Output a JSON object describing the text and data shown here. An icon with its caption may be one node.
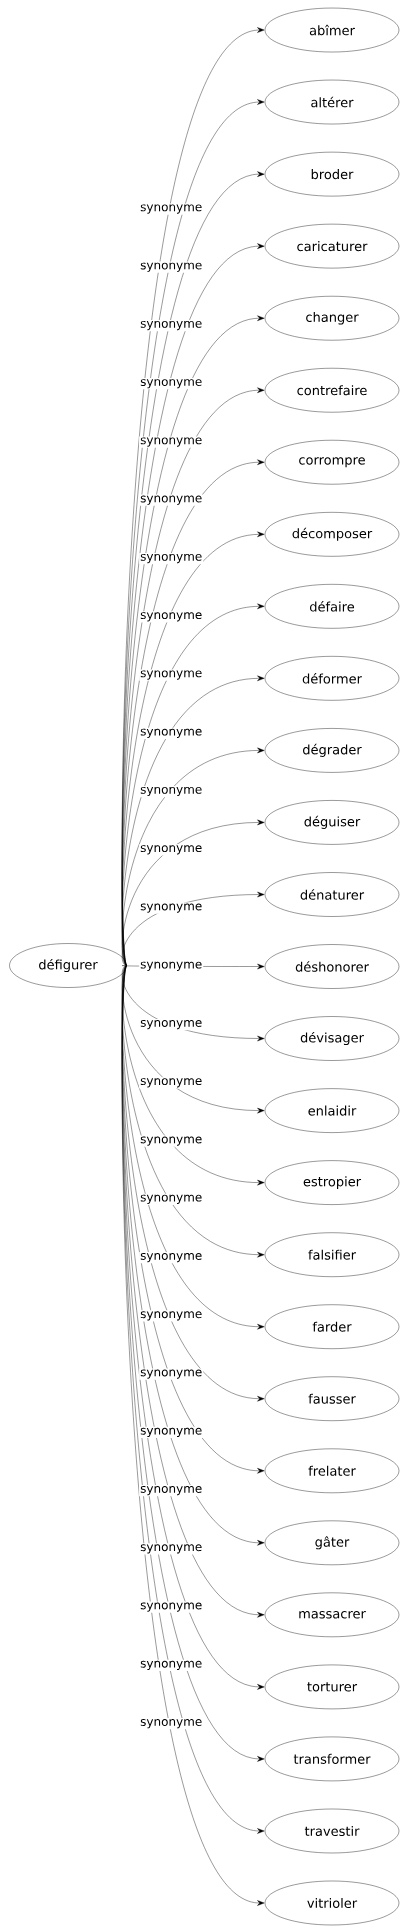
{
  "diagram": {
    "nodes": [
      {
        "text": [
          "défigurer"
        ]
      },
      {
        "text": [
          "abîmer"
        ]
      },
      {
        "text": [
          "altérer"
        ]
      },
      {
        "text": [
          "broder"
        ]
      },
      {
        "text": [
          "caricaturer"
        ]
      },
      {
        "text": [
          "changer"
        ]
      },
      {
        "text": [
          "contrefaire"
        ]
      },
      {
        "text": [
          "corrompre"
        ]
      },
      {
        "text": [
          "décomposer"
        ]
      },
      {
        "text": [
          "défaire"
        ]
      },
      {
        "text": [
          "déformer"
        ]
      },
      {
        "text": [
          "dégrader"
        ]
      },
      {
        "text": [
          "déguiser"
        ]
      },
      {
        "text": [
          "dénaturer"
        ]
      },
      {
        "text": [
          "déshonorer"
        ]
      },
      {
        "text": [
          "dévisager"
        ]
      },
      {
        "text": [
          "enlaidir"
        ]
      },
      {
        "text": [
          "estropier"
        ]
      },
      {
        "text": [
          "falsifier"
        ]
      },
      {
        "text": [
          "farder"
        ]
      },
      {
        "text": [
          "fausser"
        ]
      },
      {
        "text": [
          "frelater"
        ]
      },
      {
        "text": [
          "gâter"
        ]
      },
      {
        "text": [
          "massacrer"
        ]
      },
      {
        "text": [
          "torturer"
        ]
      },
      {
        "text": [
          "transformer"
        ]
      },
      {
        "text": [
          "travestir"
        ]
      },
      {
        "text": [
          "vitrioler"
        ]
      }
    ],
    "edges": [
      {
        "from": 0,
        "to": 1,
        "arrow": "to",
        "label": "synonyme"
      },
      {
        "from": 0,
        "to": 2,
        "arrow": "to",
        "label": "synonyme"
      },
      {
        "from": 0,
        "to": 3,
        "arrow": "to",
        "label": "synonyme"
      },
      {
        "from": 0,
        "to": 4,
        "arrow": "to",
        "label": "synonyme"
      },
      {
        "from": 0,
        "to": 5,
        "arrow": "to",
        "label": "synonyme"
      },
      {
        "from": 0,
        "to": 6,
        "arrow": "to",
        "label": "synonyme"
      },
      {
        "from": 0,
        "to": 7,
        "arrow": "to",
        "label": "synonyme"
      },
      {
        "from": 0,
        "to": 8,
        "arrow": "to",
        "label": "synonyme"
      },
      {
        "from": 0,
        "to": 9,
        "arrow": "to",
        "label": "synonyme"
      },
      {
        "from": 0,
        "to": 10,
        "arrow": "to",
        "label": "synonyme"
      },
      {
        "from": 0,
        "to": 11,
        "arrow": "to",
        "label": "synonyme"
      },
      {
        "from": 0,
        "to": 12,
        "arrow": "to",
        "label": "synonyme"
      },
      {
        "from": 0,
        "to": 13,
        "arrow": "to",
        "label": "synonyme"
      },
      {
        "from": 0,
        "to": 14,
        "arrow": "to",
        "label": "synonyme"
      },
      {
        "from": 0,
        "to": 15,
        "arrow": "to",
        "label": "synonyme"
      },
      {
        "from": 0,
        "to": 16,
        "arrow": "to",
        "label": "synonyme"
      },
      {
        "from": 0,
        "to": 17,
        "arrow": "to",
        "label": "synonyme"
      },
      {
        "from": 0,
        "to": 18,
        "arrow": "to",
        "label": "synonyme"
      },
      {
        "from": 0,
        "to": 19,
        "arrow": "to",
        "label": "synonyme"
      },
      {
        "from": 0,
        "to": 20,
        "arrow": "to",
        "label": "synonyme"
      },
      {
        "from": 0,
        "to": 21,
        "arrow": "to",
        "label": "synonyme"
      },
      {
        "from": 0,
        "to": 22,
        "arrow": "to",
        "label": "synonyme"
      },
      {
        "from": 0,
        "to": 23,
        "arrow": "to",
        "label": "synonyme"
      },
      {
        "from": 0,
        "to": 24,
        "arrow": "to",
        "label": "synonyme"
      },
      {
        "from": 0,
        "to": 25,
        "arrow": "to",
        "label": "synonyme"
      },
      {
        "from": 0,
        "to": 26,
        "arrow": "to",
        "label": "synonyme"
      },
      {
        "from": 0,
        "to": 27,
        "arrow": "to",
        "label": "synonyme"
      }
    ]
  }
}
